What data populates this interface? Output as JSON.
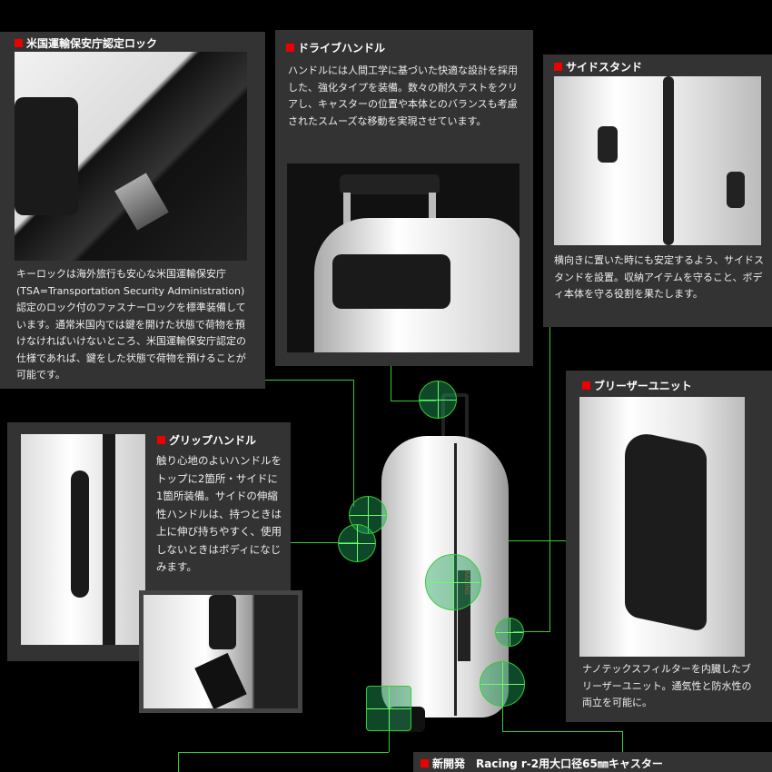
{
  "lock": {
    "title": "米国運輸保安庁認定ロック",
    "text": "キーロックは海外旅行も安心な米国運輸保安庁(TSA=Transportation Security Administration)認定のロック付のファスナーロックを標準装備しています。通常米国内では鍵を開けた状態で荷物を預けなければいけないところ、米国運輸保安庁認定の仕様であれば、鍵をした状態で荷物を預けることが可能です。"
  },
  "drive": {
    "title": "ドライブハンドル",
    "text": "ハンドルには人間工学に基づいた快適な設計を採用した、強化タイプを装備。数々の耐久テストをクリアし、キャスターの位置や本体とのバランスも考慮されたスムーズな移動を実現させています。"
  },
  "stand": {
    "title": "サイドスタンド",
    "text": "横向きに置いた時にも安定するよう、サイドスタンドを設置。収納アイテムを守ること、ボディ本体を守る役割を果たします。"
  },
  "breather": {
    "title": "ブリーザーユニット",
    "text": "ナノテックスフィルターを内臓したブリーザーユニット。通気性と防水性の両立を可能に。"
  },
  "grip": {
    "title": "グリップハンドル",
    "text": "触り心地のよいハンドルをトップに2箇所・サイドに1箇所装備。サイドの伸縮性ハンドルは、持つときは上に伸び持ちやすく、使用しないときはボディになじみます。"
  },
  "caster": {
    "title": "新開発　Racing r-2用大口径65㎜キャスター"
  },
  "colors": {
    "panel": "#333333",
    "accent": "#ee0000",
    "connector": "#33cc33"
  }
}
